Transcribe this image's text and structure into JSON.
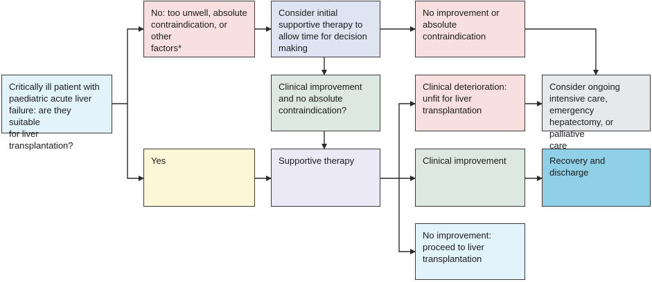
{
  "nodes": {
    "start": {
      "text": "Critically ill patient with\npaediatric acute liver\nfailure: are they suitable\nfor liver transplantation?",
      "color": "#e3f3fb"
    },
    "no_unwell": {
      "text": "No: too unwell, absolute\ncontraindication, or other\nfactors*",
      "color": "#f8e0e0"
    },
    "initial_support": {
      "text": "Consider initial\nsupportive therapy to\nallow time for decision\nmaking",
      "color": "#dfe4f2"
    },
    "no_improvement_absolute": {
      "text": "No improvement or\nabsolute contraindication",
      "color": "#f8e0e0"
    },
    "clinical_improvement_question": {
      "text": "Clinical improvement\nand no absolute\ncontraindication?",
      "color": "#dde8e2"
    },
    "deterioration": {
      "text": "Clinical deterioration:\nunfit for liver\ntransplantation",
      "color": "#f8e0e0"
    },
    "ongoing_care": {
      "text": "Consider ongoing\nintensive care, emergency\nhepatectomy, or palliative\ncare",
      "color": "#e6e9ec"
    },
    "yes": {
      "text": "Yes",
      "color": "#fdf7d8"
    },
    "supportive_therapy": {
      "text": "Supportive therapy",
      "color": "#ece9f7"
    },
    "clinical_improvement": {
      "text": "Clinical improvement",
      "color": "#dde8e2"
    },
    "recovery": {
      "text": "Recovery and discharge",
      "color": "#8fd0e6"
    },
    "no_improvement_proceed": {
      "text": "No improvement:\nproceed to liver\ntransplantation",
      "color": "#e3f3fb"
    }
  },
  "edges": [
    {
      "from": "start",
      "to": "no_unwell"
    },
    {
      "from": "start",
      "to": "yes"
    },
    {
      "from": "no_unwell",
      "to": "initial_support"
    },
    {
      "from": "initial_support",
      "to": "no_improvement_absolute"
    },
    {
      "from": "initial_support",
      "to": "clinical_improvement_question"
    },
    {
      "from": "no_improvement_absolute",
      "to": "ongoing_care"
    },
    {
      "from": "clinical_improvement_question",
      "to": "supportive_therapy"
    },
    {
      "from": "yes",
      "to": "supportive_therapy"
    },
    {
      "from": "supportive_therapy",
      "to": "deterioration"
    },
    {
      "from": "supportive_therapy",
      "to": "clinical_improvement"
    },
    {
      "from": "supportive_therapy",
      "to": "no_improvement_proceed"
    },
    {
      "from": "deterioration",
      "to": "ongoing_care"
    },
    {
      "from": "clinical_improvement",
      "to": "recovery"
    }
  ],
  "style": {
    "line_color": "#2a2a2a",
    "border_color": "#3a3a3a"
  }
}
